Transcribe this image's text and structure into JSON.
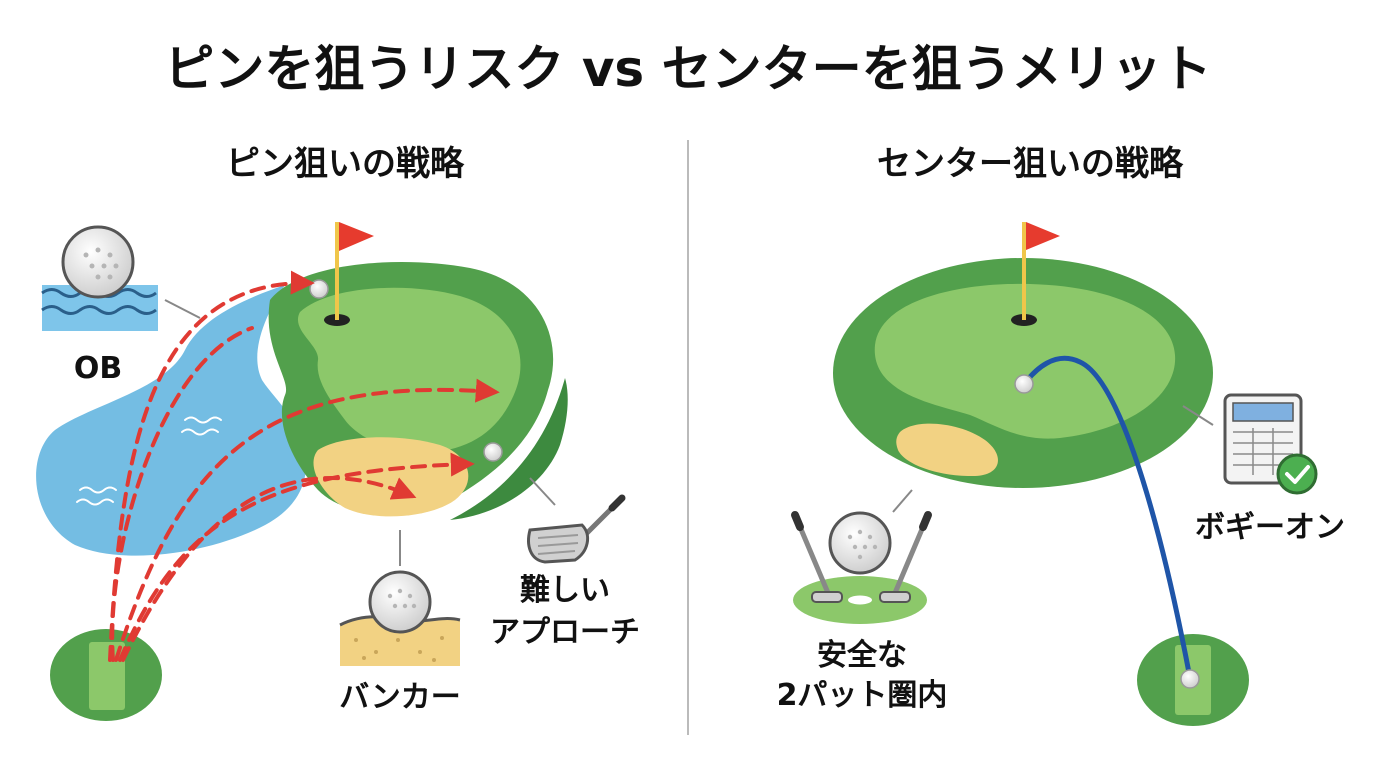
{
  "title": "ピンを狙うリスク vs センターを狙うメリット",
  "left_panel": {
    "title": "ピン狙いの戦略",
    "labels": {
      "ob": "OB",
      "bunker": "バンカー",
      "approach_line1": "難しい",
      "approach_line2": "アプローチ"
    }
  },
  "right_panel": {
    "title": "センター狙いの戦略",
    "labels": {
      "bogey_on": "ボギーオン",
      "safe_line1": "安全な",
      "safe_line2": "2パット圏内"
    }
  },
  "colors": {
    "green_outer": "#52a04c",
    "green_inner": "#8cc86a",
    "water": "#74bde3",
    "sand": "#f2d283",
    "risk_shot": "#e03a33",
    "safe_shot": "#1f55a8",
    "flag": "#e63b2e",
    "divider": "#bbbbbb",
    "check": "#4caf50"
  },
  "icons": [
    "water-ball-icon",
    "sand-ball-icon",
    "golf-iron-icon",
    "scorecard-check-icon",
    "putter-ball-icon",
    "flag-icon"
  ]
}
